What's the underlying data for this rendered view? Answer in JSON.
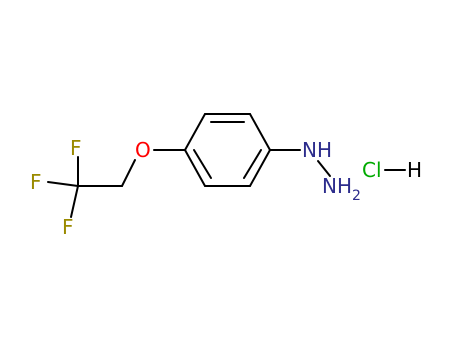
{
  "atoms": {
    "f1": "F",
    "f2": "F",
    "f3": "F",
    "o": "O",
    "nh": "NH",
    "nh2_main": "NH",
    "nh2_sub": "2",
    "cl": "Cl",
    "h": "H"
  },
  "colors": {
    "bond": "#000000",
    "fluorine": "#9a8a00",
    "oxygen": "#ff0000",
    "nitrogen": "#2c2c8c",
    "chlorine": "#00aa00"
  }
}
